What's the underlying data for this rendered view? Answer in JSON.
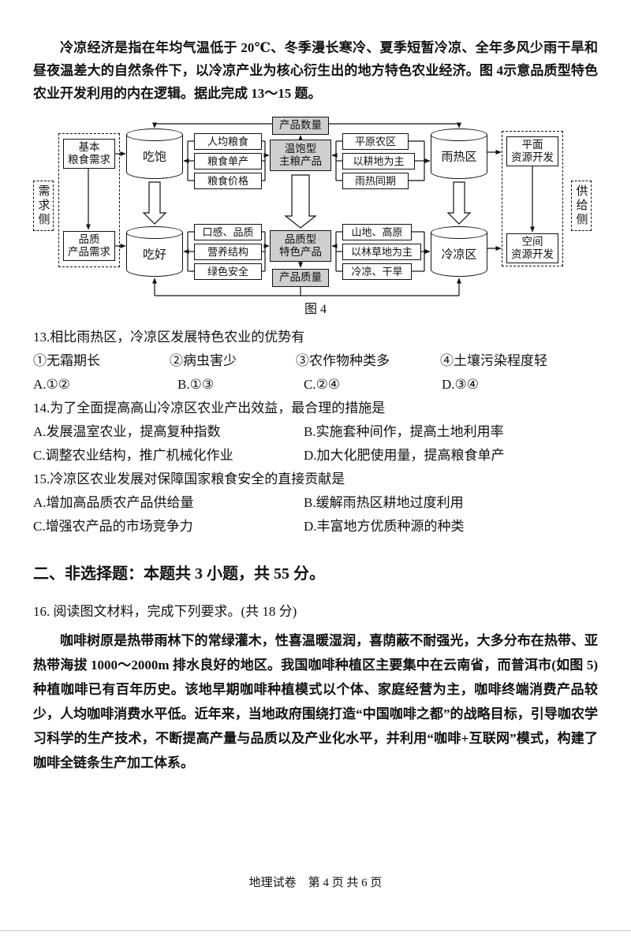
{
  "doc": {
    "intro": "冷凉经济是指在年均气温低于 20℃、冬季漫长寒冷、夏季短暂冷凉、全年多风少雨干旱和昼夜温差大的自然条件下，以冷凉产业为核心衍生出的地方特色农业经济。图 4示意品质型特色农业开发利用的内在逻辑。据此完成 13～15 题。",
    "q13": {
      "stem": "13.相比雨热区，冷凉区发展特色农业的优势有",
      "items": [
        "①无霜期长",
        "②病虫害少",
        "③农作物种类多",
        "④土壤污染程度轻"
      ],
      "options": [
        "A.①②",
        "B.①③",
        "C.②④",
        "D.③④"
      ]
    },
    "q14": {
      "stem": "14.为了全面提高高山冷凉区农业产出效益，最合理的措施是",
      "options": [
        "A.发展温室农业，提高复种指数",
        "B.实施套种间作，提高土地利用率",
        "C.调整农业结构，推广机械化作业",
        "D.加大化肥使用量，提高粮食单产"
      ]
    },
    "q15": {
      "stem": "15.冷凉区农业发展对保障国家粮食安全的直接贡献是",
      "options": [
        "A.增加高品质农产品供给量",
        "B.缓解雨热区耕地过度利用",
        "C.增强农产品的市场竞争力",
        "D.丰富地方优质种源的种类"
      ]
    },
    "section2_title": "二、非选择题：本题共 3 小题，共 55 分。",
    "q16_stem": "16. 阅读图文材料，完成下列要求。(共 18 分)",
    "q16_material": "咖啡树原是热带雨林下的常绿灌木，性喜温暖湿润，喜荫蔽不耐强光，大多分布在热带、亚热带海拔 1000～2000m 排水良好的地区。我国咖啡种植区主要集中在云南省，而普洱市(如图 5)种植咖啡已有百年历史。该地早期咖啡种植模式以个体、家庭经营为主，咖啡终端消费产品较少，人均咖啡消费水平低。近年来，当地政府围绕打造“中国咖啡之都”的战略目标，引导咖农学习科学的生产技术，不断提高产量与品质以及产业化水平，并利用“咖啡+互联网”模式，构建了咖啡全链条生产加工体系。",
    "footer": "地理试卷　第 4 页 共 6 页"
  },
  "diagram": {
    "caption": "图 4",
    "labels": {
      "demand_side": "需求侧",
      "supply_side": "供给侧",
      "basic_grain_demand": "基本\n粮食需求",
      "quality_product_demand": "品质\n产品需求",
      "eat_full": "吃饱",
      "eat_well": "吃好",
      "product_quantity": "产品数量",
      "staple_product": "温饱型\n主粮产品",
      "special_product": "品质型\n特色产品",
      "product_quality": "产品质量",
      "rain_heat_zone": "雨热区",
      "cool_zone": "冷凉区",
      "plane_resource": "平面\n资源开发",
      "space_resource": "空间\n资源开发"
    },
    "factors_staple": [
      "人均粮食",
      "粮食单产",
      "粮食价格"
    ],
    "factors_special": [
      "口感、品质",
      "营养结构",
      "绿色安全"
    ],
    "conditions_rainheat": [
      "平原农区",
      "以耕地为主",
      "雨热同期"
    ],
    "conditions_cool": [
      "山地、高原",
      "以林草地为主",
      "冷凉、干旱"
    ]
  }
}
